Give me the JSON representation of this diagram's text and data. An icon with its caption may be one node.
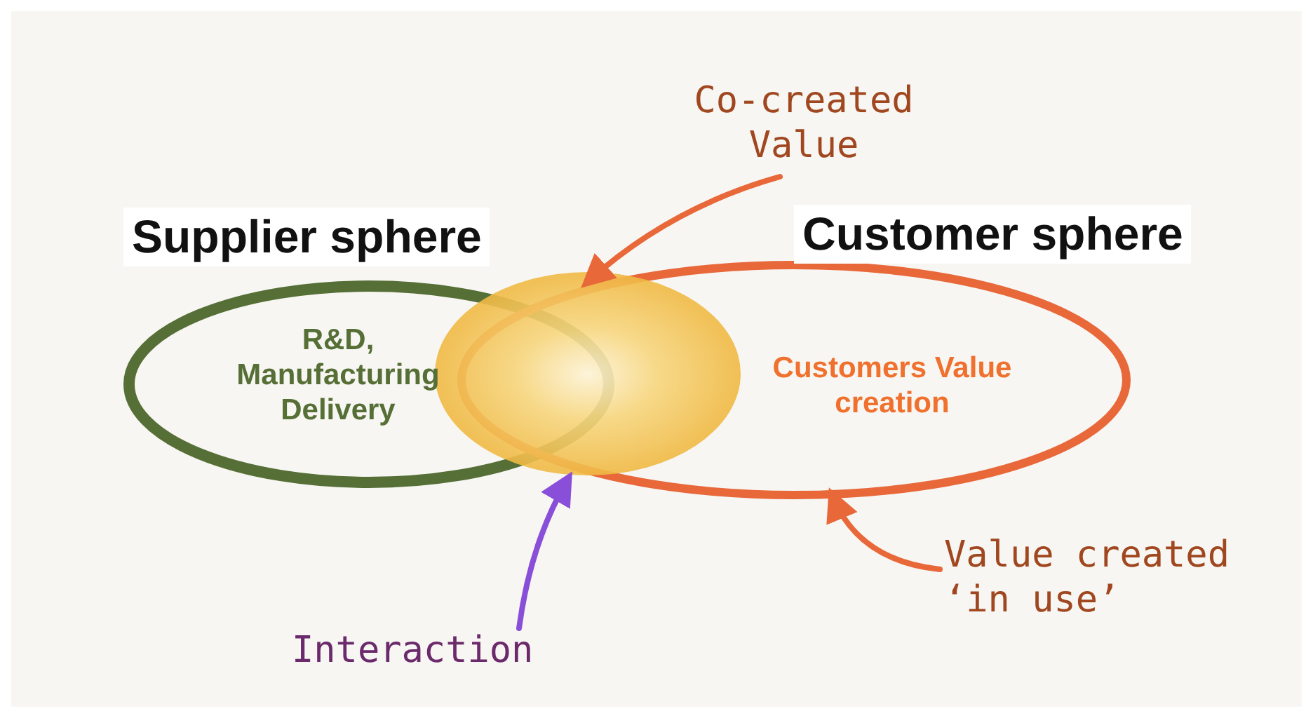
{
  "diagram": {
    "nodes": [
      {
        "text": [
          "Supplier sphere",
          "R&D, Manufacturing Delivery"
        ]
      },
      {
        "text": [
          "Customer sphere",
          "Customers Value creation"
        ]
      },
      {
        "text": [],
        "shape": "circle"
      },
      {
        "text": [
          "Co-created Value"
        ]
      },
      {
        "text": [
          "Interaction"
        ]
      },
      {
        "text": [
          "Value created ‘in use’"
        ]
      }
    ],
    "edges": [
      {
        "from": 3,
        "to": 2,
        "arrow": "to"
      },
      {
        "from": 4,
        "to": 2,
        "arrow": "to",
        "color": "#8a4fd8"
      },
      {
        "from": 5,
        "to": 1,
        "arrow": "to"
      }
    ]
  }
}
